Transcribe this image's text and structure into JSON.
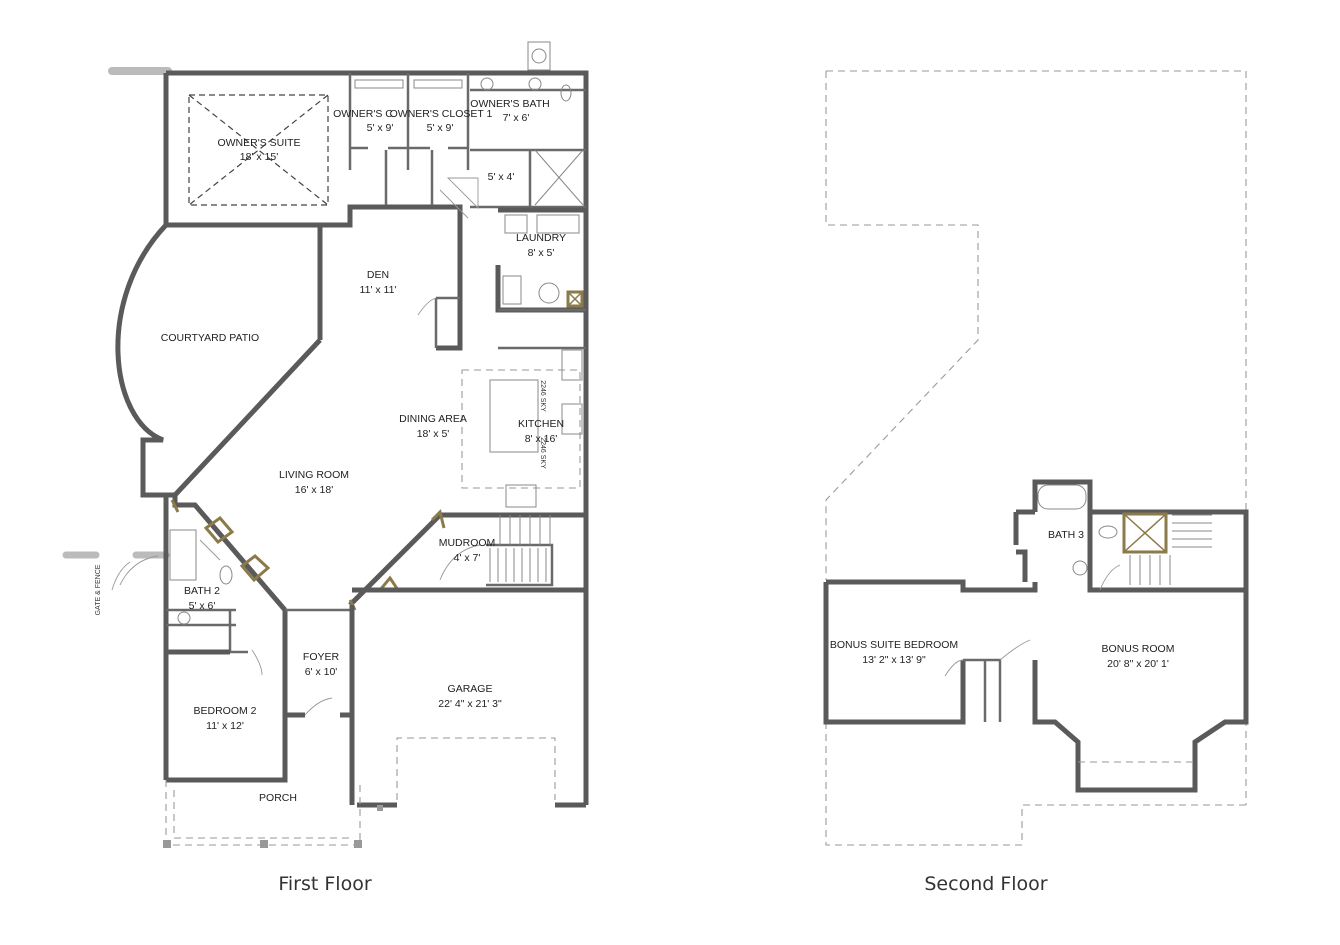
{
  "first_floor": {
    "title": "First Floor",
    "rooms": {
      "owners_suite": {
        "name": "OWNER'S SUITE",
        "size": "18' x 15'"
      },
      "owners_closet_2": {
        "name": "OWNER'S C",
        "size": "5' x 9'"
      },
      "owners_closet_1": {
        "name": "OWNER'S CLOSET 1",
        "size": "5' x 9'"
      },
      "owners_bath": {
        "name": "OWNER'S BATH",
        "size": "7' x 6'"
      },
      "bath_hall": {
        "name": "",
        "size": "5' x 4'"
      },
      "laundry": {
        "name": "LAUNDRY",
        "size": "8' x 5'"
      },
      "den": {
        "name": "DEN",
        "size": "11' x 11'"
      },
      "courtyard_patio": {
        "name": "COURTYARD PATIO",
        "size": ""
      },
      "dining_area": {
        "name": "DINING AREA",
        "size": "18' x 5'"
      },
      "kitchen": {
        "name": "KITCHEN",
        "size": "8' x 16'"
      },
      "living_room": {
        "name": "LIVING ROOM",
        "size": "16' x 18'"
      },
      "mudroom": {
        "name": "MUDROOM",
        "size": "4' x 7'"
      },
      "bath_2": {
        "name": "BATH 2",
        "size": "5' x 6'"
      },
      "foyer": {
        "name": "FOYER",
        "size": "6' x 10'"
      },
      "garage": {
        "name": "GARAGE",
        "size": "22' 4\" x 21' 3\""
      },
      "bedroom_2": {
        "name": "BEDROOM 2",
        "size": "11' x 12'"
      },
      "porch": {
        "name": "PORCH",
        "size": ""
      }
    },
    "skylight_labels": [
      "2246 SKY",
      "2246 SKY"
    ],
    "gate_label": "GATE & FENCE"
  },
  "second_floor": {
    "title": "Second Floor",
    "rooms": {
      "bath_3": {
        "name": "BATH 3",
        "size": ""
      },
      "bonus_suite_bedroom": {
        "name": "BONUS SUITE BEDROOM",
        "size": "13' 2\" x 13' 9\""
      },
      "bonus_room": {
        "name": "BONUS ROOM",
        "size": "20' 8\" x 20' 1'"
      }
    }
  },
  "colors": {
    "wall": "#5a5a5a",
    "accent": "#8b7a4a",
    "dashed_outline": "#9a9a9a",
    "text": "#222222"
  }
}
